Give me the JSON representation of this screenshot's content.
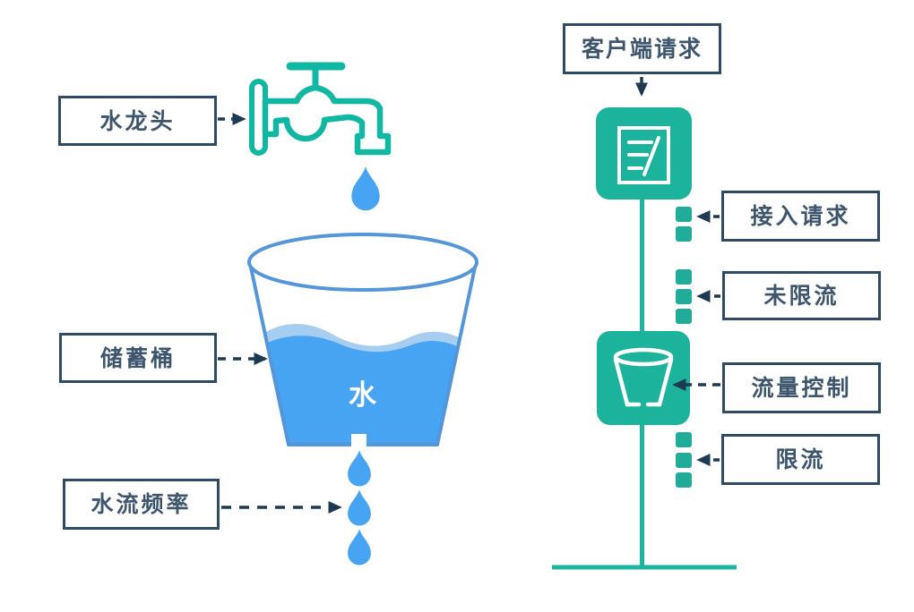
{
  "left_diagram": {
    "faucet_label": "水龙头",
    "bucket_label": "储蓄桶",
    "flow_rate_label": "水流频率",
    "water_text": "水",
    "icons": {
      "faucet": "faucet-icon",
      "water_drop": "water-drop-icon",
      "storage_bucket": "storage-bucket-icon"
    }
  },
  "right_diagram": {
    "client_request_label": "客户端请求",
    "access_request_label": "接入请求",
    "not_limited_label": "未限流",
    "flow_control_label": "流量控制",
    "limited_label": "限流",
    "icons": {
      "request_document": "document-edit-icon",
      "rate_limit_bucket": "bucket-icon"
    }
  },
  "colors": {
    "teal_green": "#1BB39C",
    "teal_line": "#1EB5A0",
    "water_blue": "#46A4F3",
    "water_light_blue": "#A7CEF1",
    "bucket_outline_blue": "#5596D8",
    "box_border_navy": "#2F4A63",
    "label_text_navy": "#3E566D",
    "arrow_dark_navy": "#1E3A52"
  }
}
